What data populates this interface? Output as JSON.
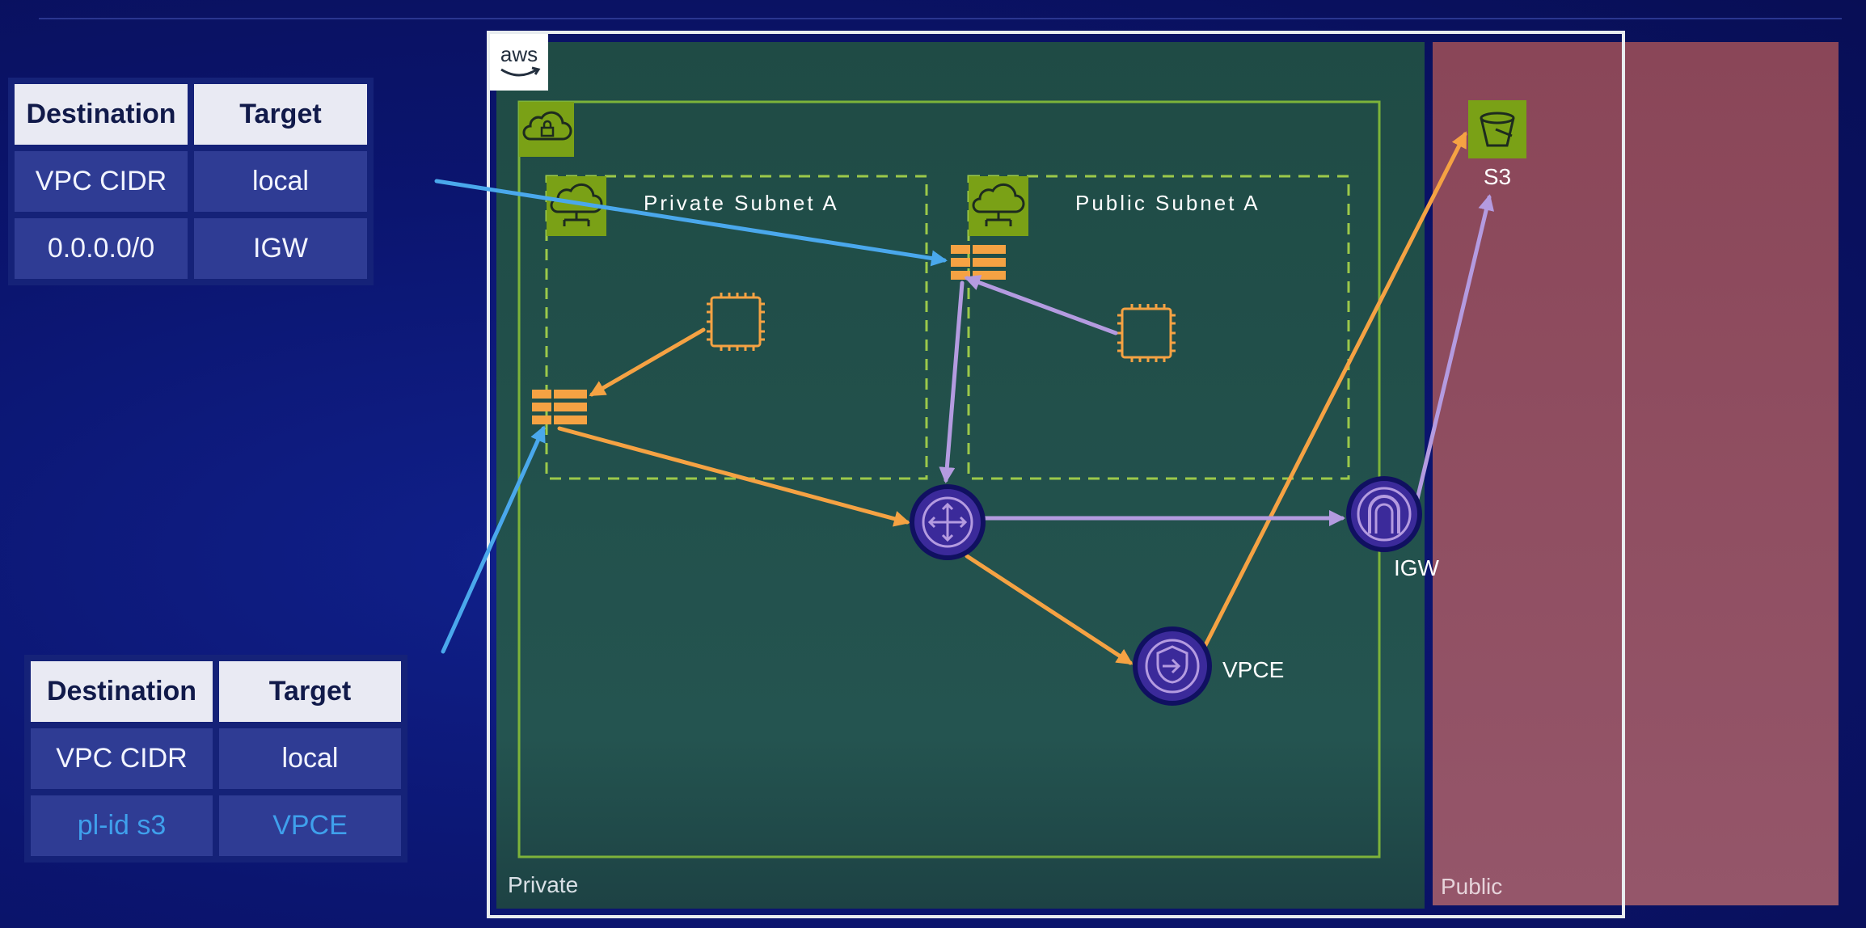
{
  "route_table_public": {
    "headers": [
      "Destination",
      "Target"
    ],
    "rows": [
      {
        "destination": "VPC CIDR",
        "target": "local"
      },
      {
        "destination": "0.0.0.0/0",
        "target": "IGW"
      }
    ]
  },
  "route_table_private": {
    "headers": [
      "Destination",
      "Target"
    ],
    "rows": [
      {
        "destination": "VPC CIDR",
        "target": "local"
      },
      {
        "destination": "pl-id s3",
        "target": "VPCE"
      }
    ]
  },
  "diagram": {
    "aws_logo": "aws",
    "private_subnet_label": "Private Subnet A",
    "public_subnet_label": "Public Subnet A",
    "s3_label": "S3",
    "igw_label": "IGW",
    "vpce_label": "VPCE",
    "private_zone_label": "Private",
    "public_zone_label": "Public"
  },
  "colors": {
    "background": "#0b1570",
    "private_zone": "#1f4a44",
    "public_zone": "#8c4a5a",
    "aws_green": "#7aa116",
    "flow_orange": "#f5a243",
    "flow_purple": "#b49be0",
    "route_blue": "#4aa8ec"
  }
}
